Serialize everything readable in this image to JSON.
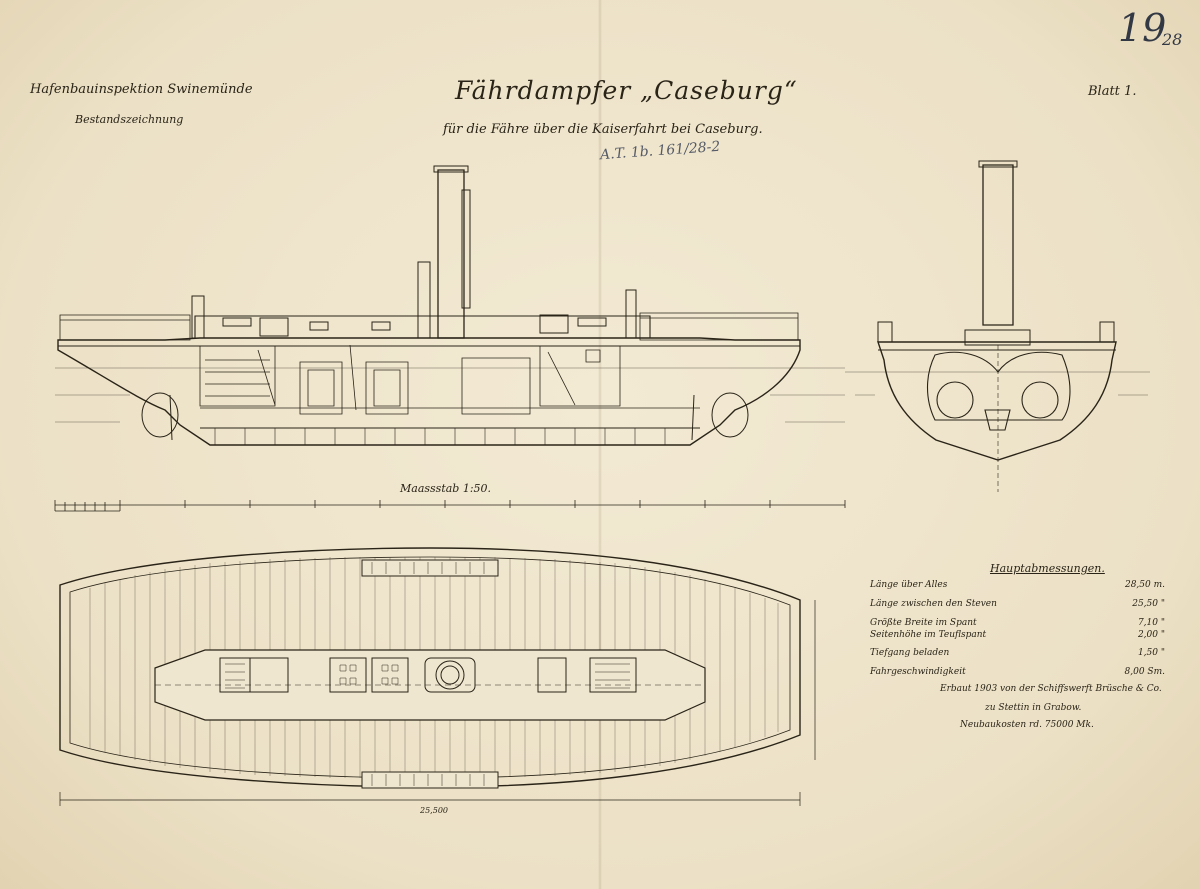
{
  "header": {
    "office": "Hafenbauinspektion Swinemünde",
    "drawing_type": "Bestandszeichnung",
    "title": "Fährdampfer „Caseburg“",
    "subtitle": "für die Fähre über die Kaiserfahrt bei Caseburg.",
    "sheet": "Blatt 1.",
    "sheet_number": "19",
    "sheet_number_sub": "28",
    "pencil_note": "A.T. 1b. 161/28-2"
  },
  "scale_bar": {
    "caption": "Maassstab 1:50."
  },
  "dimensions": {
    "plan_length": "25,500"
  },
  "specs": {
    "heading": "Hauptabmessungen.",
    "rows": [
      {
        "label": "Länge über Alles",
        "value": "28,50 m."
      },
      {
        "label": "Länge zwischen den Steven",
        "value": "25,50 \""
      },
      {
        "label": "Größte Breite im Spant",
        "value": "7,10 \""
      },
      {
        "label": "Seitenhöhe im Teuflspant",
        "value": "2,00 \""
      },
      {
        "label": "Tiefgang beladen",
        "value": "1,50 \""
      },
      {
        "label": "Fahrgeschwindigkeit",
        "value": "8,00 Sm."
      }
    ],
    "built": "Erbaut 1903 von der Schiffswerft Brüsche & Co.",
    "place": "zu Stettin in Grabow.",
    "cost": "Neubaukosten rd. 75000 Mk."
  }
}
